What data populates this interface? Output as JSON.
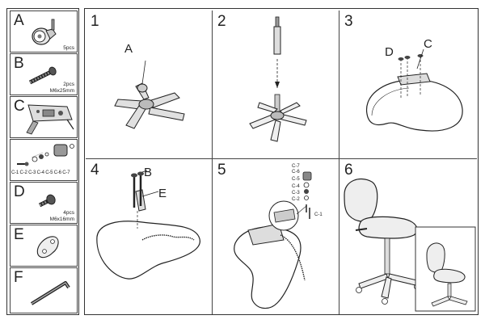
{
  "parts": [
    {
      "letter": "A",
      "qty": "5pcs",
      "size": ""
    },
    {
      "letter": "B",
      "qty": "2pcs",
      "size": "M6x25mm"
    },
    {
      "letter": "C",
      "qty": "",
      "size": ""
    },
    {
      "letter": "",
      "qty": "",
      "size": ""
    },
    {
      "letter": "D",
      "qty": "4pcs",
      "size": "M6x16mm"
    },
    {
      "letter": "E",
      "qty": "",
      "size": ""
    },
    {
      "letter": "F",
      "qty": "",
      "size": ""
    }
  ],
  "c_subparts": [
    "C-1",
    "C-2",
    "C-3",
    "C-4",
    "C-5",
    "C-6",
    "C-7"
  ],
  "steps": [
    {
      "number": "1",
      "callouts": [
        "A"
      ]
    },
    {
      "number": "2",
      "callouts": []
    },
    {
      "number": "3",
      "callouts": [
        "D",
        "C"
      ]
    },
    {
      "number": "4",
      "callouts": [
        "B",
        "E"
      ]
    },
    {
      "number": "5",
      "callouts": [
        "C-7",
        "C-6",
        "C-5",
        "C-4",
        "C-3",
        "C-2",
        "C-1"
      ]
    },
    {
      "number": "6",
      "callouts": []
    }
  ]
}
